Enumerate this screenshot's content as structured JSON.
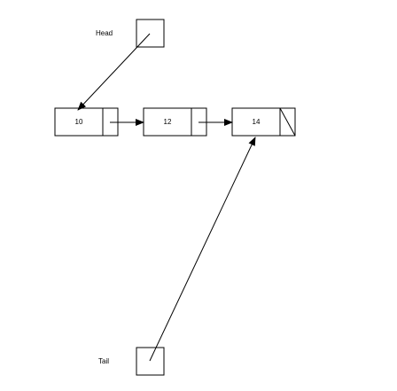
{
  "pointers": {
    "head_label": "Head",
    "tail_label": "Tail"
  },
  "list": {
    "nodes": [
      {
        "value": "10"
      },
      {
        "value": "12"
      },
      {
        "value": "14"
      }
    ],
    "last_next": "null"
  },
  "colors": {
    "stroke": "#000000",
    "background": "#ffffff"
  }
}
